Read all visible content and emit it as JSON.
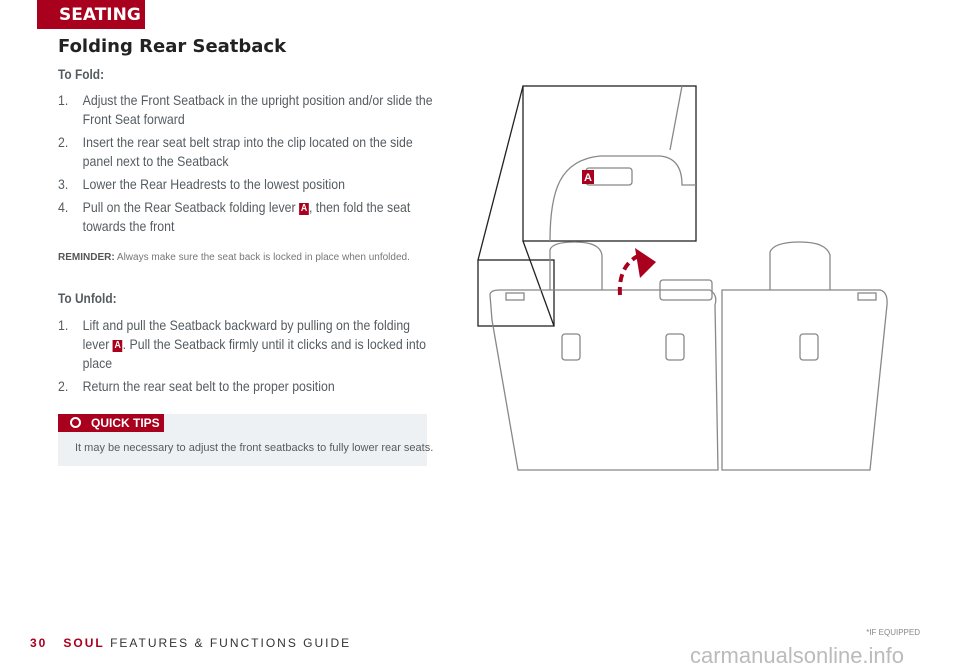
{
  "section_tab": "SEATING",
  "title": "Folding Rear Seatback",
  "fold": {
    "heading": "To Fold:",
    "steps": [
      {
        "n": "1.",
        "text": "Adjust the Front Seatback in the upright position and/or slide the Front Seat forward"
      },
      {
        "n": "2.",
        "text": "Insert the rear seat belt strap into the clip located on the side panel next to the Seatback"
      },
      {
        "n": "3.",
        "text": "Lower the Rear Headrests to the lowest position"
      },
      {
        "n": "4.",
        "text_a": "Pull on the Rear Seatback folding lever",
        "text_b": ", then fold the seat towards the front"
      }
    ]
  },
  "badge": "A",
  "reminder": {
    "label": "REMINDER:",
    "text": "Always make sure the seat back is locked in place when unfolded."
  },
  "unfold": {
    "heading": "To Unfold:",
    "steps": [
      {
        "n": "1.",
        "text_a": "Lift and pull the Seatback backward by pulling on the folding lever",
        "text_b": ". Pull the Seatback firmly until it clicks and is locked into place"
      },
      {
        "n": "2.",
        "text": "Return the rear seat belt to the proper position"
      }
    ]
  },
  "quick_tips": {
    "label": "QUICK TIPS",
    "text": "It may be necessary to adjust the front seatbacks to fully lower rear seats."
  },
  "footer": {
    "page": "30",
    "model": "SOUL",
    "guide": "FEATURES & FUNCTIONS GUIDE",
    "note": "*IF EQUIPPED"
  },
  "watermark": "carmanualsonline.info",
  "colors": {
    "accent": "#a8001d"
  }
}
